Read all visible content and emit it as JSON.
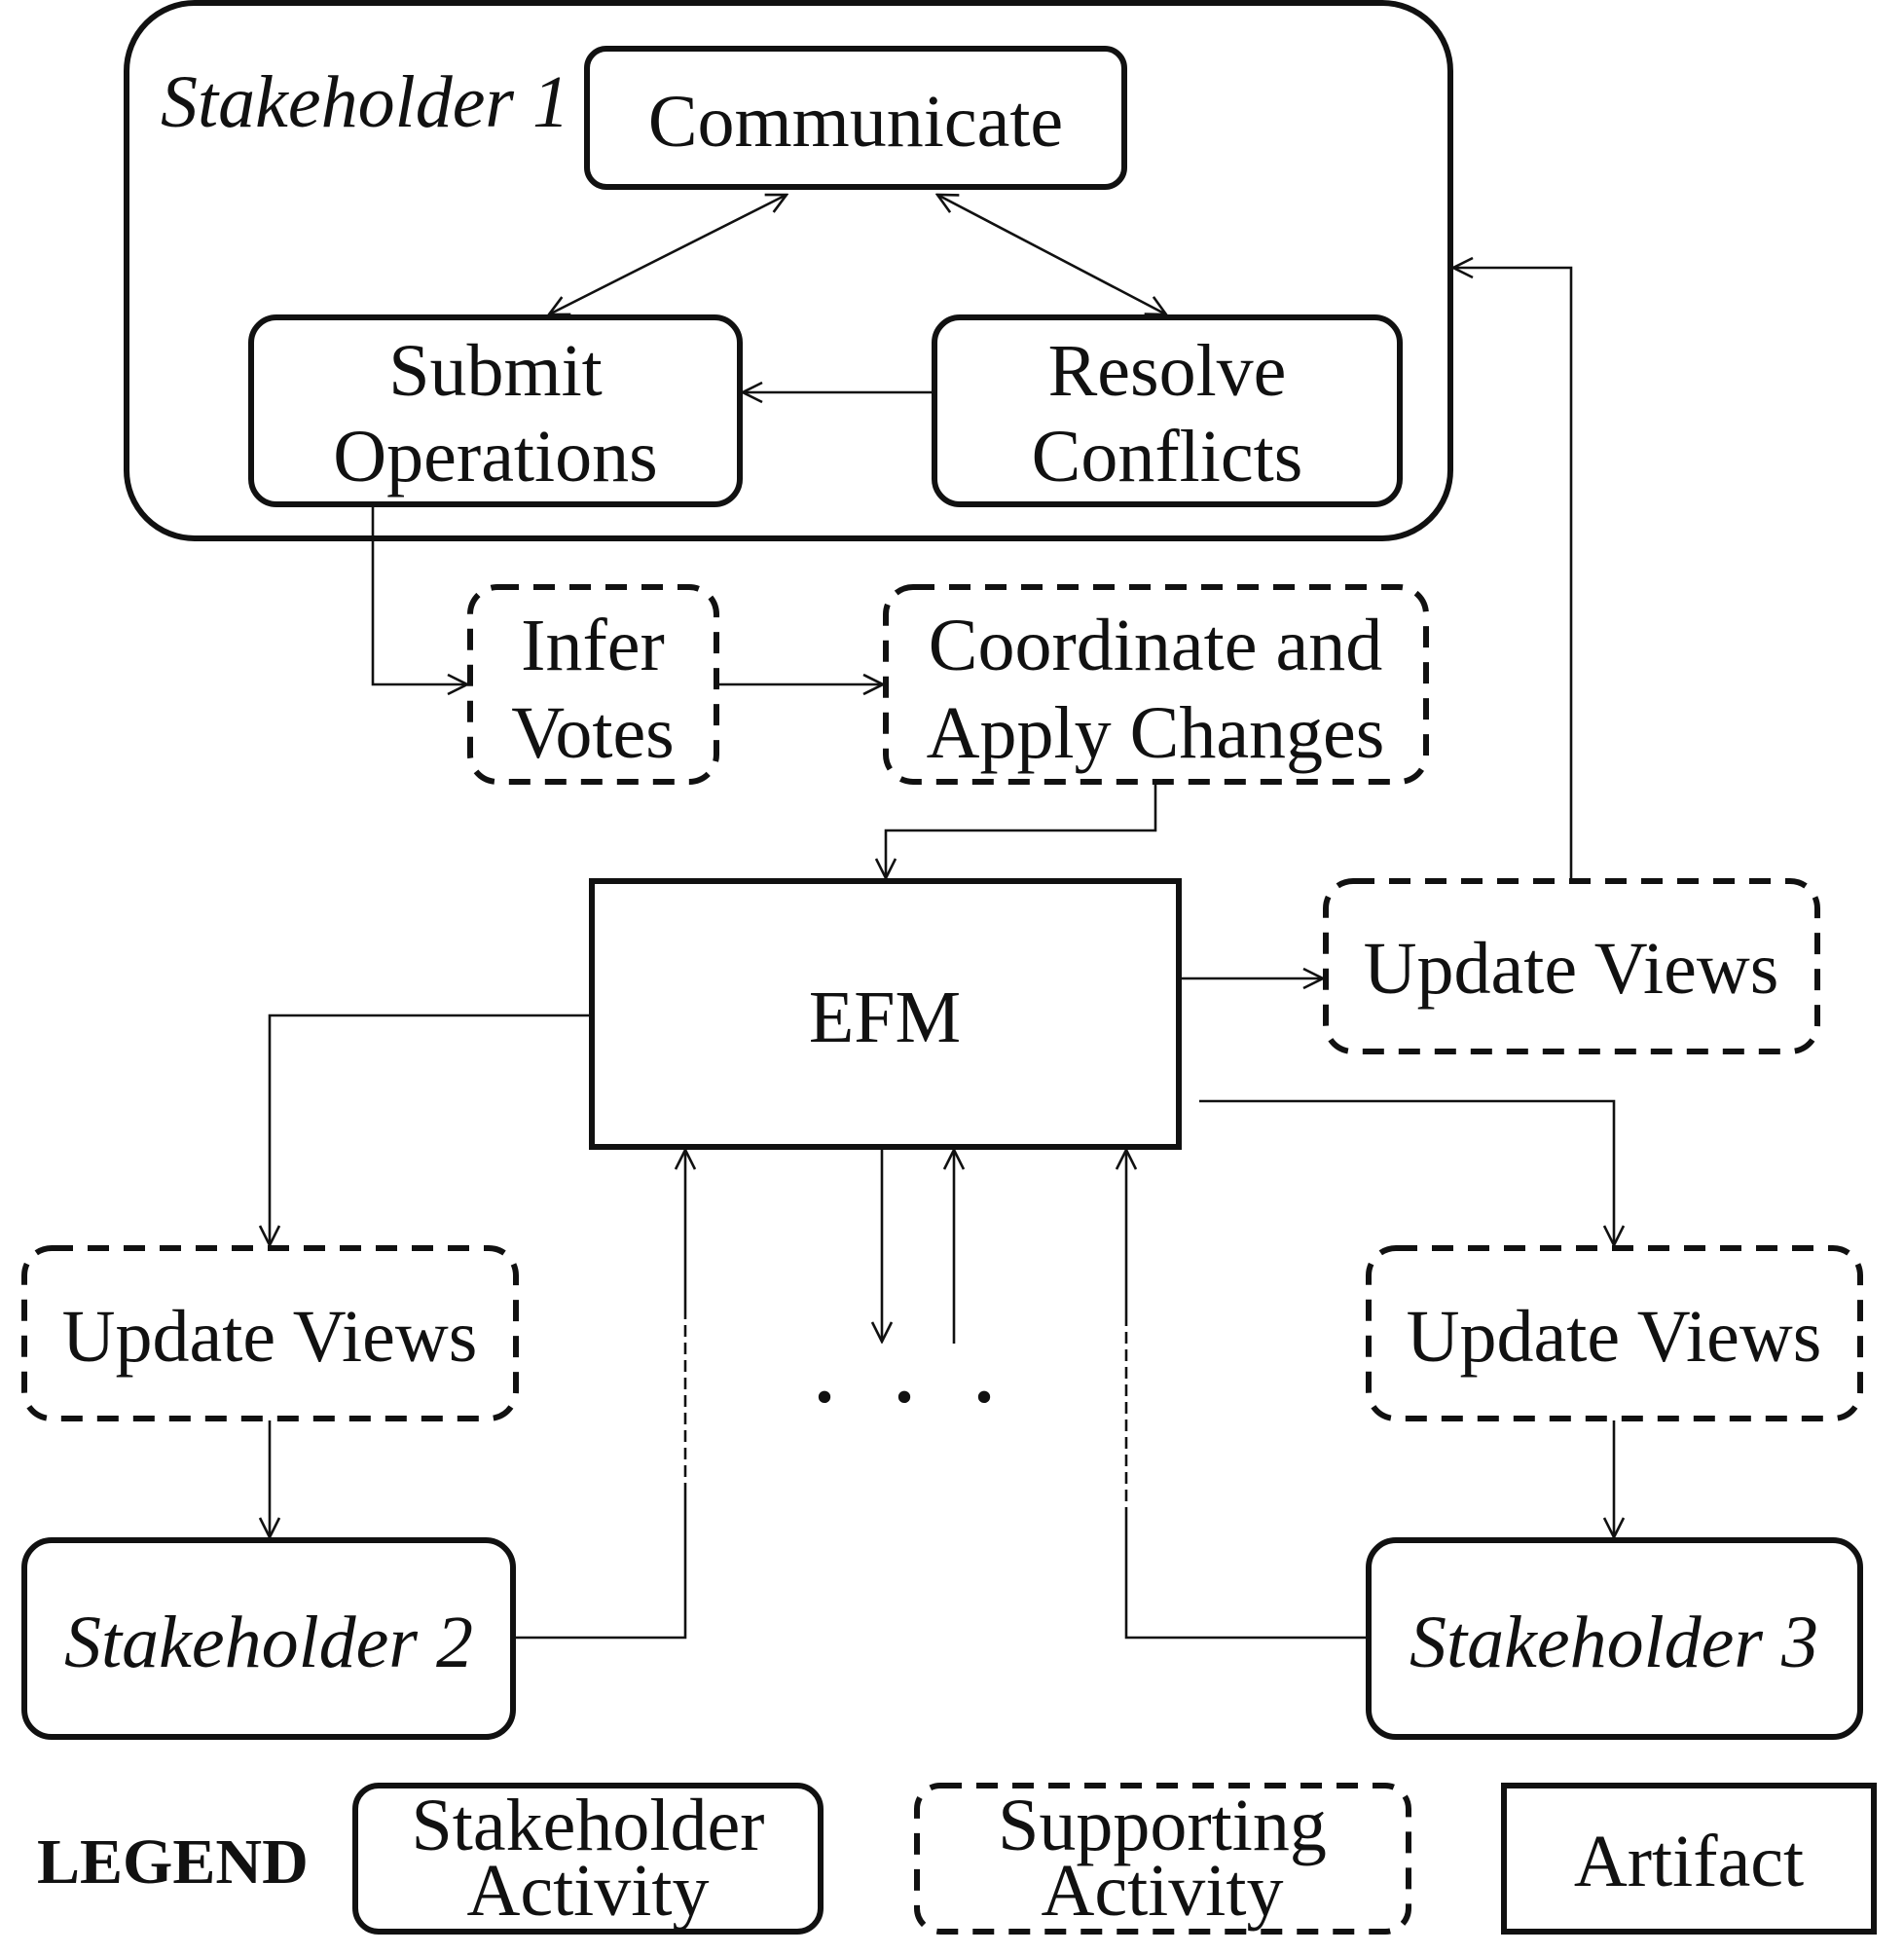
{
  "diagram": {
    "group_label": "Stakeholder 1",
    "nodes": {
      "communicate": "Communicate",
      "submit_operations": [
        "Submit",
        "Operations"
      ],
      "resolve_conflicts": [
        "Resolve",
        "Conflicts"
      ],
      "infer_votes": [
        "Infer",
        "Votes"
      ],
      "coordinate_apply": [
        "Coordinate and",
        "Apply Changes"
      ],
      "efm": "EFM",
      "update_views_right": "Update Views",
      "update_views_left": "Update Views",
      "update_views_lower_right": "Update Views",
      "stakeholder_2": "Stakeholder 2",
      "stakeholder_3": "Stakeholder 3",
      "ellipsis": ". . ."
    },
    "legend": {
      "title": "LEGEND",
      "stakeholder_activity": [
        "Stakeholder",
        "Activity"
      ],
      "supporting_activity": [
        "Supporting",
        "Activity"
      ],
      "artifact": "Artifact"
    }
  }
}
